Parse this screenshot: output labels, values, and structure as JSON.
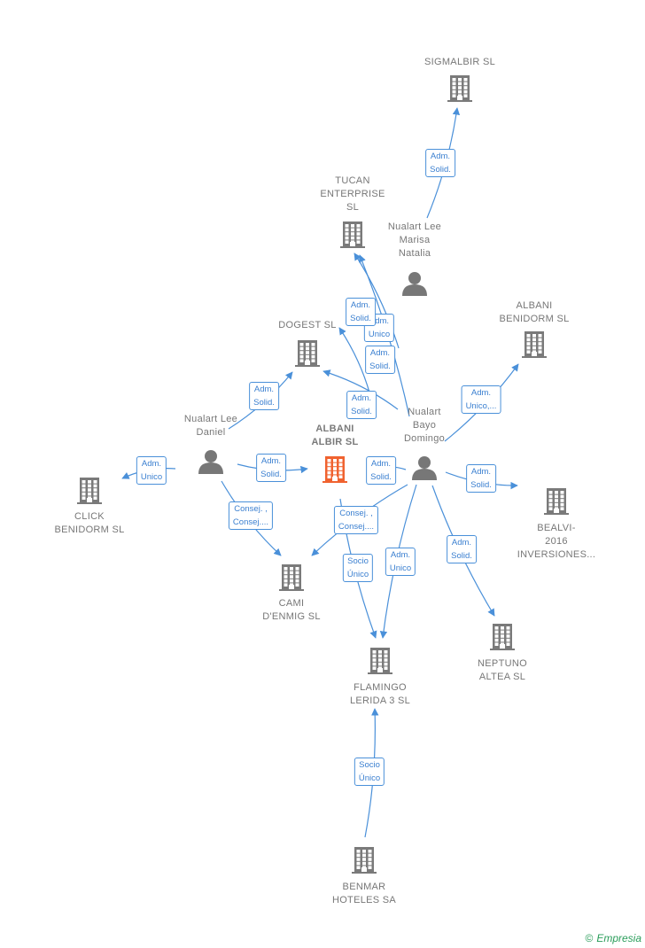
{
  "colors": {
    "edge": "#4a90d9",
    "company": "#7a7a7a",
    "company_main": "#f0622f",
    "person": "#777777"
  },
  "nodes": [
    {
      "id": "sigmalbir",
      "type": "company",
      "lines": [
        "SIGMALBIR SL"
      ],
      "label_pos": "above"
    },
    {
      "id": "tucan",
      "type": "company",
      "lines": [
        "TUCAN",
        "ENTERPRISE",
        "SL"
      ],
      "label_pos": "above"
    },
    {
      "id": "dogest",
      "type": "company",
      "lines": [
        "DOGEST  SL"
      ],
      "label_pos": "above"
    },
    {
      "id": "albani_benidorm",
      "type": "company",
      "lines": [
        "ALBANI",
        "BENIDORM SL"
      ],
      "label_pos": "above"
    },
    {
      "id": "albani_albir",
      "type": "company_main",
      "lines": [
        "ALBANI",
        "ALBIR  SL"
      ],
      "label_pos": "above"
    },
    {
      "id": "click",
      "type": "company",
      "lines": [
        "CLICK",
        "BENIDORM SL"
      ],
      "label_pos": "below"
    },
    {
      "id": "bealvi",
      "type": "company",
      "lines": [
        "BEALVI-",
        "2016",
        "INVERSIONES..."
      ],
      "label_pos": "below"
    },
    {
      "id": "cami",
      "type": "company",
      "lines": [
        "CAMI",
        "D'ENMIG  SL"
      ],
      "label_pos": "below"
    },
    {
      "id": "neptuno",
      "type": "company",
      "lines": [
        "NEPTUNO",
        "ALTEA  SL"
      ],
      "label_pos": "below"
    },
    {
      "id": "flamingo",
      "type": "company",
      "lines": [
        "FLAMINGO",
        "LERIDA 3  SL"
      ],
      "label_pos": "below"
    },
    {
      "id": "benmar",
      "type": "company",
      "lines": [
        "BENMAR",
        "HOTELES SA"
      ],
      "label_pos": "below"
    },
    {
      "id": "marisa",
      "type": "person",
      "lines": [
        "Nualart Lee",
        "Marisa",
        "Natalia"
      ],
      "label_pos": "above"
    },
    {
      "id": "daniel",
      "type": "person",
      "lines": [
        "Nualart Lee",
        "Daniel"
      ],
      "label_pos": "above"
    },
    {
      "id": "domingo",
      "type": "person",
      "lines": [
        "Nualart",
        "Bayo",
        "Domingo"
      ],
      "label_pos": "above"
    }
  ],
  "edges": [
    {
      "from": "marisa",
      "to": "sigmalbir",
      "label": [
        "Adm.",
        "Solid."
      ]
    },
    {
      "from": "marisa",
      "to": "tucan",
      "label": [
        "Adm.",
        "Unico"
      ]
    },
    {
      "from": "domingo",
      "to": "tucan",
      "label": [
        "Adm.",
        "Solid."
      ]
    },
    {
      "from": "marisa",
      "to": "dogest",
      "label": [
        "Adm.",
        "Solid."
      ]
    },
    {
      "from": "domingo",
      "to": "dogest",
      "label": [
        "Adm.",
        "Solid."
      ]
    },
    {
      "from": "daniel",
      "to": "dogest",
      "label": [
        "Adm.",
        "Solid."
      ]
    },
    {
      "from": "domingo",
      "to": "albani_benidorm",
      "label": [
        "Adm.",
        "Unico,..."
      ]
    },
    {
      "from": "daniel",
      "to": "click",
      "label": [
        "Adm.",
        "Unico"
      ]
    },
    {
      "from": "daniel",
      "to": "albani_albir",
      "label": [
        "Adm.",
        "Solid."
      ]
    },
    {
      "from": "domingo",
      "to": "albani_albir",
      "label": [
        "Adm.",
        "Solid."
      ]
    },
    {
      "from": "domingo",
      "to": "bealvi",
      "label": [
        "Adm.",
        "Solid."
      ]
    },
    {
      "from": "daniel",
      "to": "cami",
      "label": [
        "Consej. ,",
        "Consej...."
      ]
    },
    {
      "from": "domingo",
      "to": "cami",
      "label": [
        "Consej. ,",
        "Consej...."
      ]
    },
    {
      "from": "domingo",
      "to": "neptuno",
      "label": [
        "Adm.",
        "Solid."
      ]
    },
    {
      "from": "albani_albir",
      "to": "flamingo",
      "label": [
        "Socio",
        "Único"
      ]
    },
    {
      "from": "domingo",
      "to": "flamingo",
      "label": [
        "Adm.",
        "Unico"
      ]
    },
    {
      "from": "benmar",
      "to": "flamingo",
      "label": [
        "Socio",
        "Único"
      ]
    }
  ],
  "brand": {
    "copyright": "©",
    "name": "Empresia"
  }
}
